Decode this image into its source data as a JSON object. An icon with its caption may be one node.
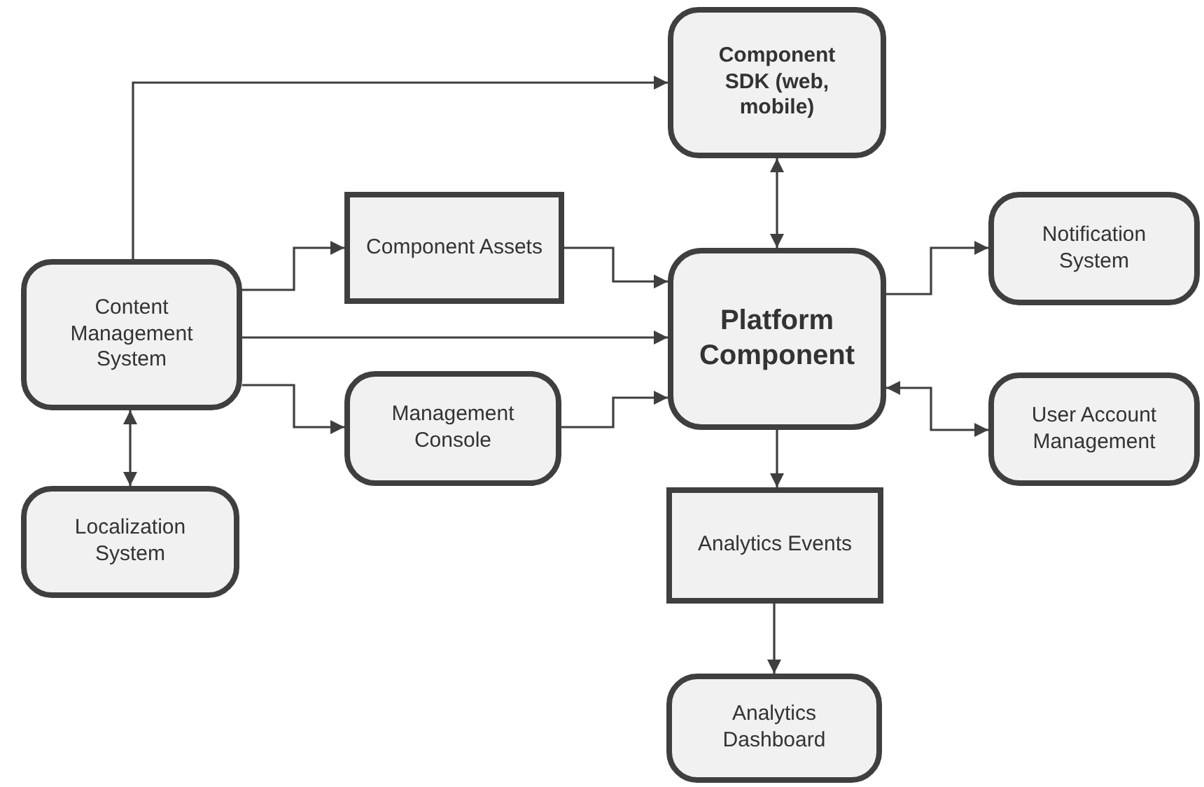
{
  "diagram": {
    "nodes": [
      {
        "text": [
          "Component SDK (web, mobile)"
        ]
      },
      {
        "text": [
          "Component Assets"
        ]
      },
      {
        "text": [
          "Content Management System"
        ]
      },
      {
        "text": [
          "Platform Component"
        ]
      },
      {
        "text": [
          "Notification System"
        ]
      },
      {
        "text": [
          "Management Console"
        ]
      },
      {
        "text": [
          "User Account Management"
        ]
      },
      {
        "text": [
          "Localization System"
        ]
      },
      {
        "text": [
          "Analytics Events"
        ]
      },
      {
        "text": [
          "Analytics Dashboard"
        ]
      }
    ],
    "edges": [
      {
        "from": 2,
        "to": 0,
        "arrow": "to"
      },
      {
        "from": 2,
        "to": 1,
        "arrow": "to"
      },
      {
        "from": 1,
        "to": 3,
        "arrow": "to"
      },
      {
        "from": 2,
        "to": 3,
        "arrow": "to"
      },
      {
        "from": 2,
        "to": 5,
        "arrow": "to"
      },
      {
        "from": 5,
        "to": 3,
        "arrow": "to"
      },
      {
        "from": 0,
        "to": 3,
        "arrow": "both"
      },
      {
        "from": 3,
        "to": 4,
        "arrow": "to"
      },
      {
        "from": 3,
        "to": 6,
        "arrow": "both"
      },
      {
        "from": 3,
        "to": 8,
        "arrow": "to"
      },
      {
        "from": 8,
        "to": 9,
        "arrow": "to"
      },
      {
        "from": 2,
        "to": 7,
        "arrow": "both"
      }
    ]
  }
}
